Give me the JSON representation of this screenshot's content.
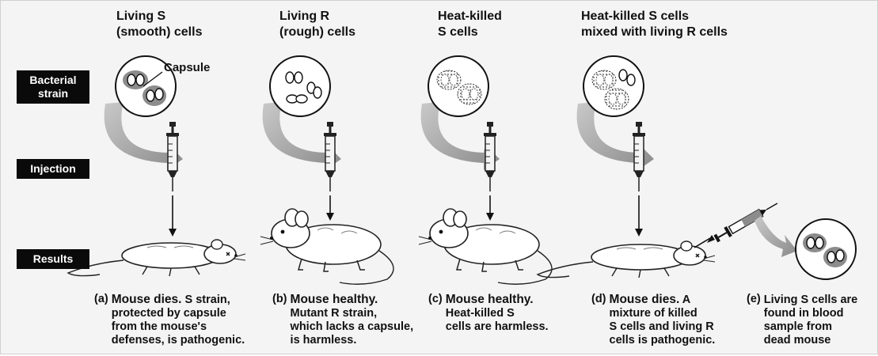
{
  "columns": [
    {
      "title": "Living S\n(smooth) cells"
    },
    {
      "title": "Living R\n(rough) cells"
    },
    {
      "title": "Heat-killed\nS cells"
    },
    {
      "title": "Heat-killed S cells\nmixed with living R cells"
    }
  ],
  "rows": {
    "strain": "Bacterial\nstrain",
    "injection": "Injection",
    "results": "Results"
  },
  "callout": "Capsule",
  "captions": [
    {
      "letter": "(a)",
      "headline": "Mouse dies.",
      "lead": " S strain,",
      "rest": "protected by capsule\nfrom the mouse's\ndefenses, is pathogenic."
    },
    {
      "letter": "(b)",
      "headline": "Mouse healthy.",
      "lead": "",
      "rest": "Mutant R strain,\nwhich lacks a capsule,\nis harmless."
    },
    {
      "letter": "(c)",
      "headline": "Mouse healthy.",
      "lead": "",
      "rest": "Heat-killed S\ncells are harmless."
    },
    {
      "letter": "(d)",
      "headline": "Mouse dies.",
      "lead": " A",
      "rest": "mixture of killed\nS cells and living R\ncells is pathogenic."
    },
    {
      "letter": "(e)",
      "headline": "",
      "lead": "Living S cells are",
      "rest": "found in blood\nsample from\ndead mouse"
    }
  ]
}
